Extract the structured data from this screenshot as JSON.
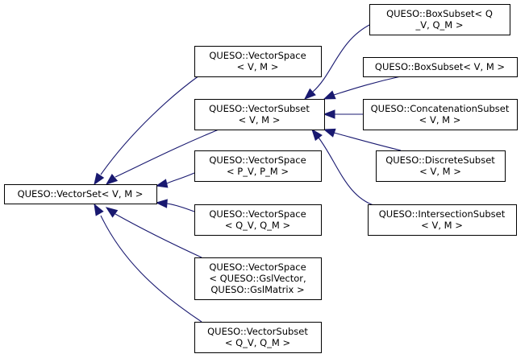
{
  "edge_color": "#191970",
  "nodes": [
    {
      "id": "vectorset",
      "lines": [
        "QUESO::VectorSet< V, M >"
      ]
    },
    {
      "id": "vectorspace-v-m",
      "lines": [
        "QUESO::VectorSpace",
        "< V, M >"
      ]
    },
    {
      "id": "vectorsubset-v-m",
      "lines": [
        "QUESO::VectorSubset",
        "< V, M >"
      ]
    },
    {
      "id": "vectorspace-pv-pm",
      "lines": [
        "QUESO::VectorSpace",
        "< P_V, P_M >"
      ]
    },
    {
      "id": "vectorspace-qv-qm",
      "lines": [
        "QUESO::VectorSpace",
        "< Q_V, Q_M >"
      ]
    },
    {
      "id": "vectorspace-gsl",
      "lines": [
        "QUESO::VectorSpace",
        "< QUESO::GslVector,",
        "QUESO::GslMatrix >"
      ]
    },
    {
      "id": "vectorsubset-qv-qm",
      "lines": [
        "QUESO::VectorSubset",
        "< Q_V, Q_M >"
      ]
    },
    {
      "id": "boxsubset-qv-qm",
      "lines": [
        "QUESO::BoxSubset< Q",
        "_V, Q_M >"
      ]
    },
    {
      "id": "boxsubset-v-m",
      "lines": [
        "QUESO::BoxSubset< V, M >"
      ]
    },
    {
      "id": "concatenationsubset",
      "lines": [
        "QUESO::ConcatenationSubset",
        "< V, M >"
      ]
    },
    {
      "id": "discretesubset",
      "lines": [
        "QUESO::DiscreteSubset",
        "< V, M >"
      ]
    },
    {
      "id": "intersectionsubset",
      "lines": [
        "QUESO::IntersectionSubset",
        "< V, M >"
      ]
    }
  ],
  "edges": [
    {
      "from": "vectorspace-v-m",
      "to": "vectorset"
    },
    {
      "from": "vectorsubset-v-m",
      "to": "vectorset"
    },
    {
      "from": "vectorspace-pv-pm",
      "to": "vectorset"
    },
    {
      "from": "vectorspace-qv-qm",
      "to": "vectorset"
    },
    {
      "from": "vectorspace-gsl",
      "to": "vectorset"
    },
    {
      "from": "vectorsubset-qv-qm",
      "to": "vectorset"
    },
    {
      "from": "boxsubset-qv-qm",
      "to": "vectorsubset-v-m"
    },
    {
      "from": "boxsubset-v-m",
      "to": "vectorsubset-v-m"
    },
    {
      "from": "concatenationsubset",
      "to": "vectorsubset-v-m"
    },
    {
      "from": "discretesubset",
      "to": "vectorsubset-v-m"
    },
    {
      "from": "intersectionsubset",
      "to": "vectorsubset-v-m"
    }
  ]
}
